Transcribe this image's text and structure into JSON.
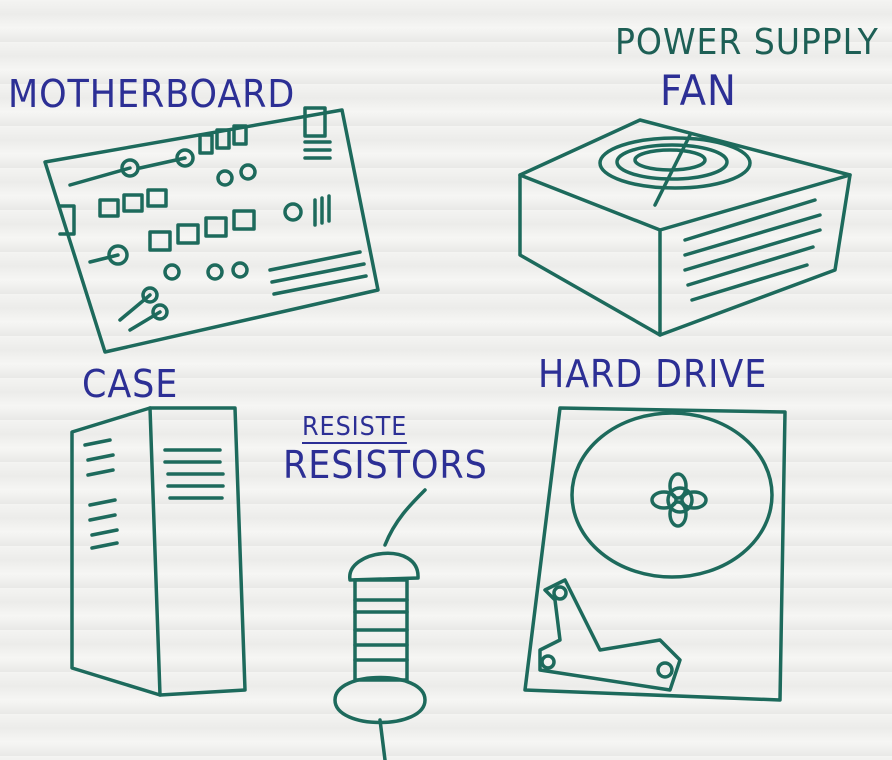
{
  "labels": {
    "motherboard": "MOTHERBOARD",
    "power_supply": "POWER SUPPLY",
    "fan": "FAN",
    "case": "CASE",
    "resiste_crossed": "RESISTE",
    "resistors": "RESISTORS",
    "hard_drive": "HARD DRIVE"
  },
  "colors": {
    "label_blue": "#2c2f95",
    "drawing_green": "#1d6a5c"
  }
}
